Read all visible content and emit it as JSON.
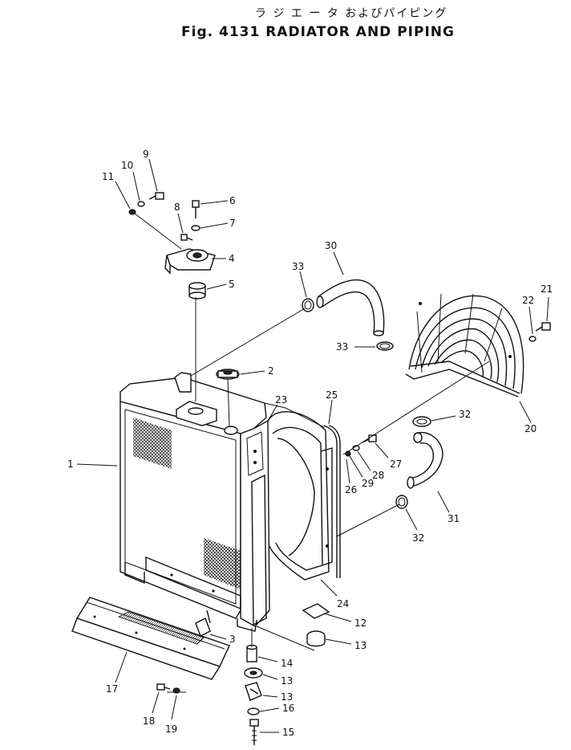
{
  "title": {
    "japanese": "ラ ジ エ ー タ およびパイピング",
    "english": "Fig. 4131 RADIATOR AND PIPING"
  },
  "callouts": [
    "1",
    "2",
    "3",
    "4",
    "5",
    "6",
    "7",
    "8",
    "9",
    "10",
    "11",
    "12",
    "13",
    "13",
    "13",
    "14",
    "15",
    "16",
    "17",
    "18",
    "19",
    "20",
    "21",
    "22",
    "23",
    "24",
    "25",
    "26",
    "27",
    "28",
    "29",
    "30",
    "31",
    "32",
    "32",
    "33",
    "33"
  ]
}
